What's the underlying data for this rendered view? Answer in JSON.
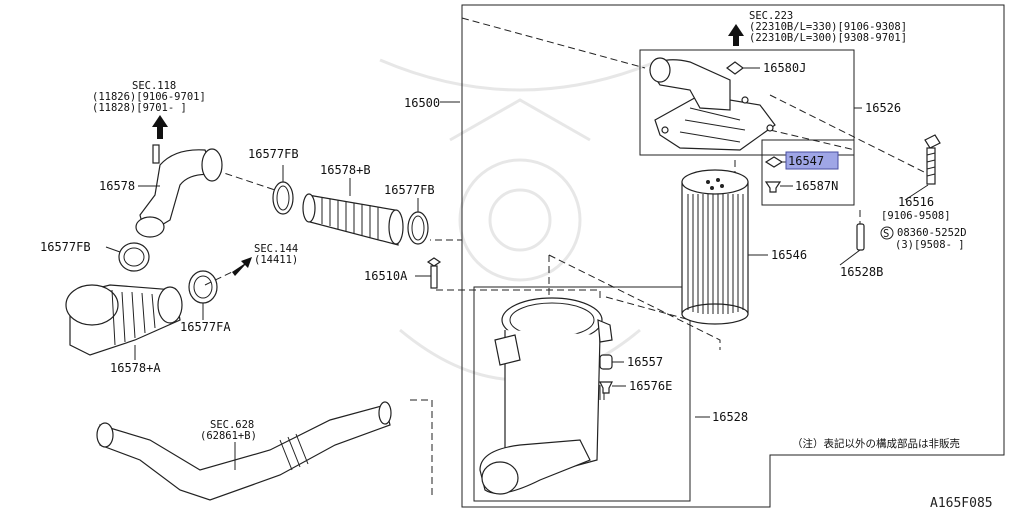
{
  "diagram_code": "A165F085",
  "note": "（注）表記以外の構成部品は非販売",
  "labels": {
    "p16500": "16500",
    "p16526": "16526",
    "p16580J": "16580J",
    "p16547": "16547",
    "p16587N": "16587N",
    "p16546": "16546",
    "p16528B": "16528B",
    "p16516": "16516",
    "p16516_date": "[9106-9508]",
    "p16516_alt": "08360-5252D",
    "p16516_alt_qty": "(3)[9508-  ]",
    "p16516_alt_mark": "S",
    "p16578": "16578",
    "p16577FB_a": "16577FB",
    "p16577FB_b": "16577FB",
    "p16577FB_c": "16577FB",
    "p16578B": "16578+B",
    "p16510A": "16510A",
    "p16577FA": "16577FA",
    "p16578A": "16578+A",
    "p16557": "16557",
    "p16576E": "16576E",
    "p16528": "16528"
  },
  "refs": {
    "sec223_title": "SEC.223",
    "sec223_l1": "(22310B/L=330)[9106-9308]",
    "sec223_l2": "(22310B/L=300)[9308-9701]",
    "sec118_title": "SEC.118",
    "sec118_l1": "(11826)[9106-9701]",
    "sec118_l2": "(11828)[9701-      ]",
    "sec144_title": "SEC.144",
    "sec144_l1": "(14411)",
    "sec628_title": "SEC.628",
    "sec628_l1": "(62861+B)"
  },
  "highlight_color": "#9fa6e6"
}
